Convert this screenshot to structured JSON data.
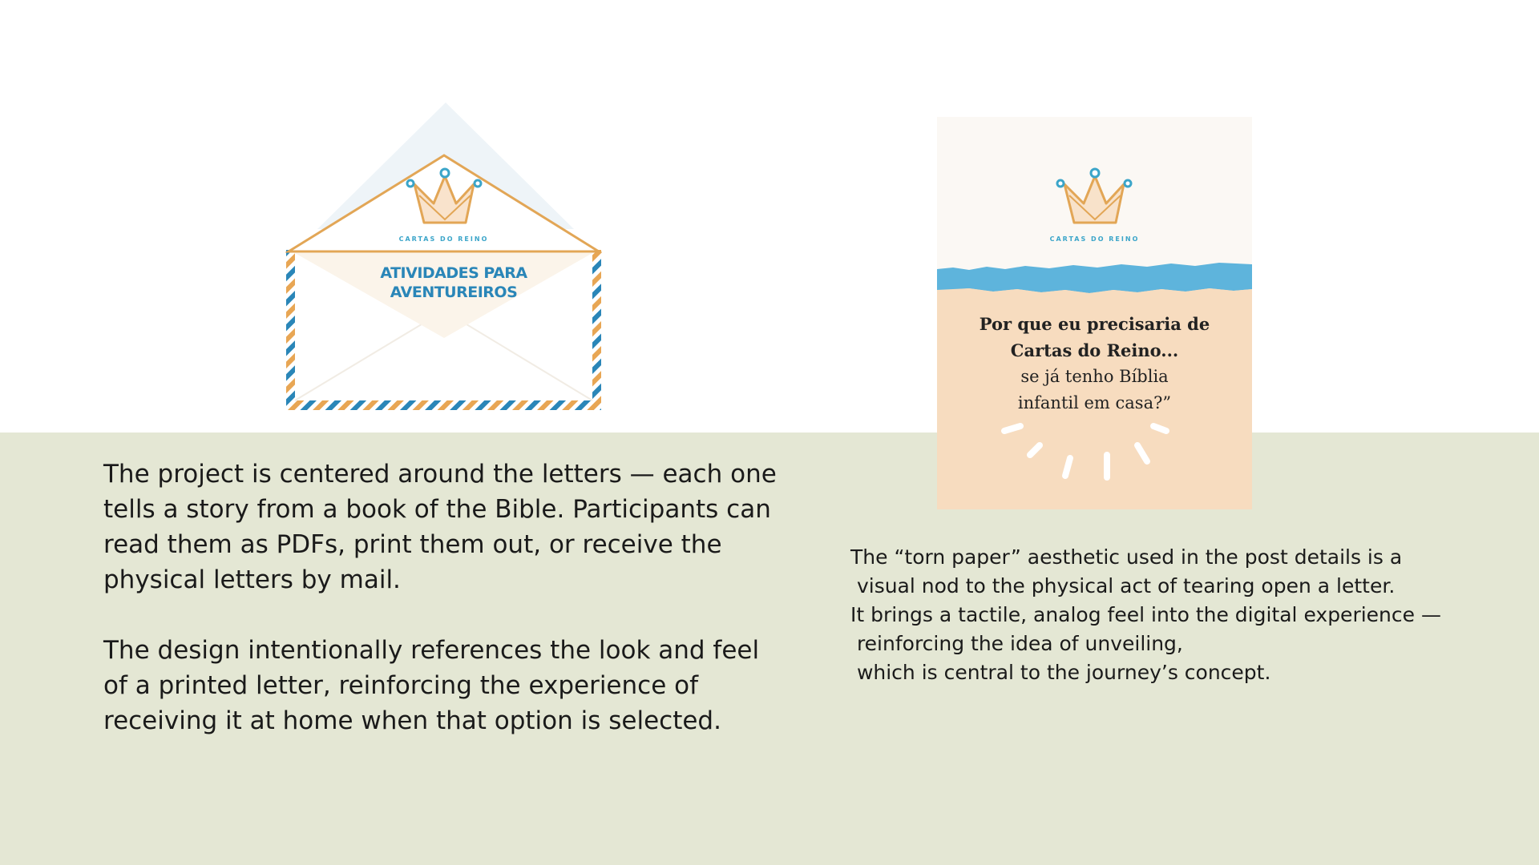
{
  "palette": {
    "background_top": "#ffffff",
    "background_bottom": "#e4e7d4",
    "accent_blue": "#2a86b8",
    "accent_orange": "#e8a654",
    "post_peach": "#f7dcbf",
    "torn_blue": "#5eb4dc"
  },
  "envelope": {
    "logo_text": "CARTAS DO REINO",
    "title_lines": [
      "ATIVIDADES PARA",
      "AVENTUREIROS"
    ],
    "icon": "crown-icon"
  },
  "post": {
    "logo_text": "CARTAS DO REINO",
    "bold_lines": [
      "Por que eu precisaria de",
      "Cartas do Reino..."
    ],
    "regular_lines": [
      "se já tenho Bíblia",
      "infantil em casa?”"
    ],
    "icon": "crown-icon"
  },
  "copy_left": {
    "paragraph_1": [
      "The project is centered around the letters — each one",
      "tells a story from a book of the Bible. Participants can",
      "read them as PDFs, print them out, or receive the",
      "physical letters by mail."
    ],
    "paragraph_2": [
      "The design intentionally references the look and feel",
      "of a printed letter, reinforcing the experience of",
      "receiving it at home when that option is selected."
    ]
  },
  "copy_right": {
    "lines": [
      "The “torn paper” aesthetic used in the post details is a",
      " visual nod to the physical act of tearing open a letter.",
      "It brings a tactile, analog feel into the digital experience —",
      " reinforcing the idea of unveiling,",
      " which is central to the journey’s concept."
    ]
  }
}
